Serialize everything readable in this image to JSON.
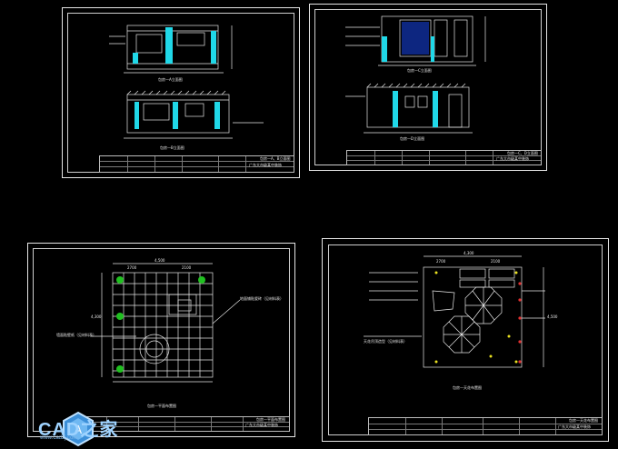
{
  "sheets": {
    "top_left": {
      "elev1_title": "包房一A立面图",
      "elev2_title": "包房一B立面图",
      "tb_project": "广东大市级某中装饰",
      "tb_name": "包房一A、B立面图"
    },
    "top_right": {
      "elev1_title": "包房一C立面图",
      "elev2_title": "包房一D立面图",
      "tb_project": "广东大市级某中装饰",
      "tb_name": "包房一C、D立面图"
    },
    "bottom_left": {
      "plan_title": "包房一平面布置图",
      "note_left": "墙面贴壁纸（见材料表）",
      "note_right": "地面铺贴瓷砖（见材料表）",
      "dim_top": "4,500",
      "dim_parts": [
        "2700",
        "2100"
      ],
      "dim_left": "4,300",
      "tb_project": "广东大市级某中装饰",
      "tb_name": "包房一平面布置图"
    },
    "bottom_right": {
      "plan_title": "包房一天花布置图",
      "note": "天花吊顶造型（见材料表）",
      "dim_top": "4,300",
      "dim_parts": [
        "2700",
        "2100"
      ],
      "dim_right": "4,500",
      "tb_project": "广东大市级某中装饰",
      "tb_name": "包房一天花布置图"
    }
  },
  "watermark": {
    "brand": "CAD之家",
    "url": "www.cadzj.com"
  },
  "colors": {
    "line": "#e6e6e6",
    "cyan": "#20d8e8",
    "green": "#20c020",
    "yellow": "#e8e020",
    "red": "#e03030",
    "bg": "#000000"
  }
}
